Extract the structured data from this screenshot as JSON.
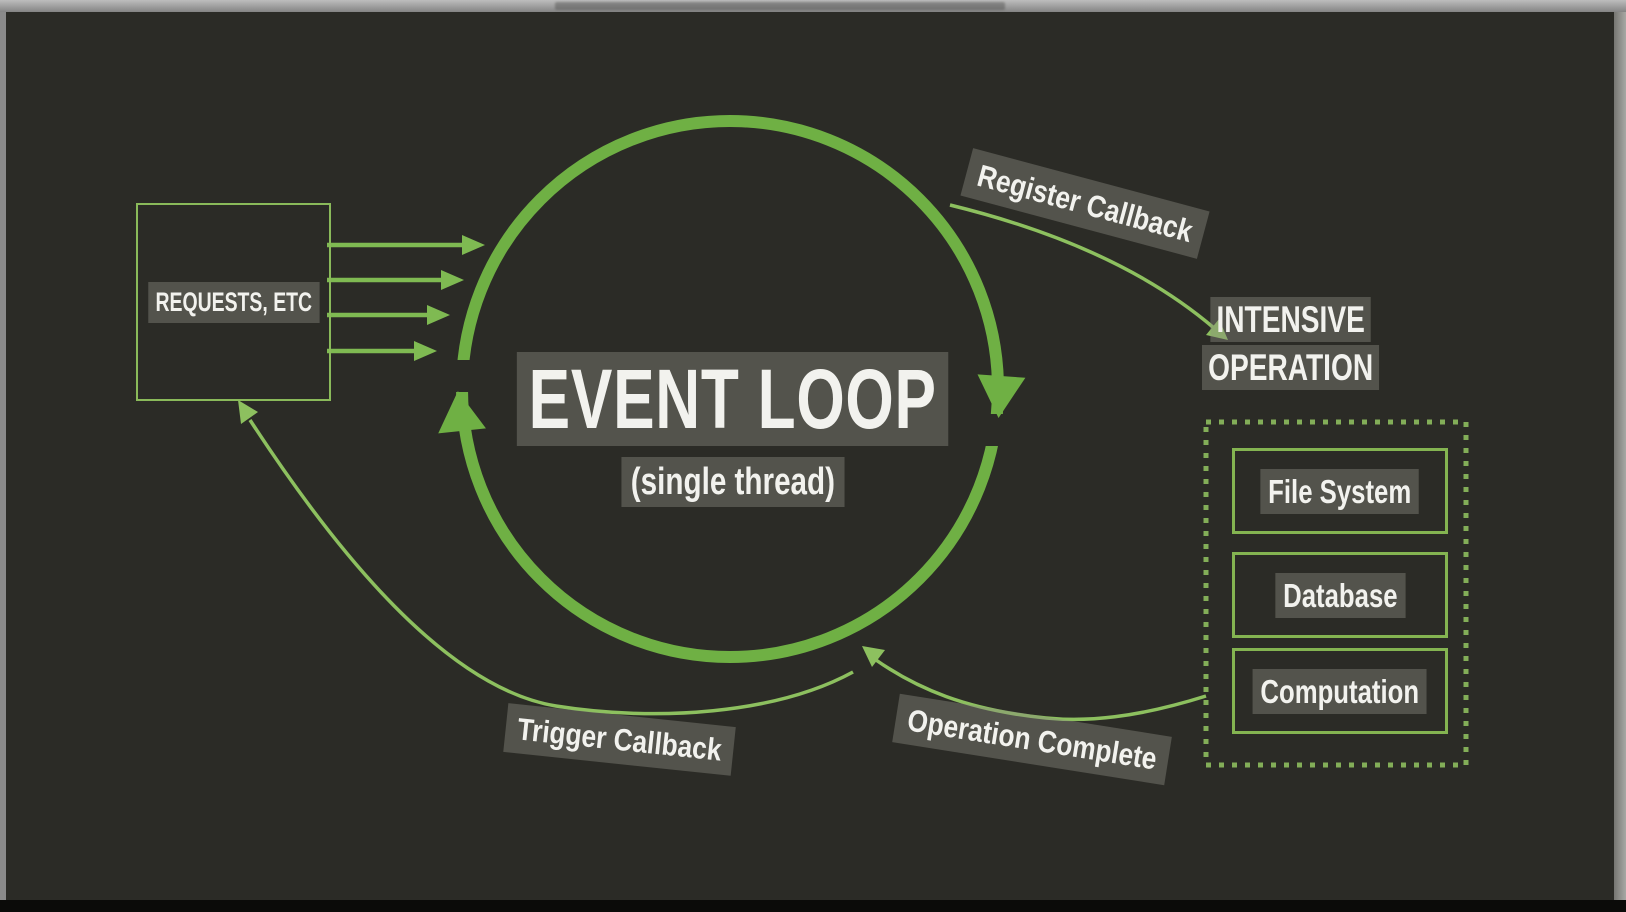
{
  "diagram": {
    "requests_box": {
      "label": "REQUESTS, ETC"
    },
    "event_loop": {
      "title": "EVENT LOOP",
      "subtitle": "(single thread)"
    },
    "flow_labels": {
      "register": "Register Callback",
      "trigger": "Trigger Callback",
      "operation_complete": "Operation Complete"
    },
    "intensive_operation": {
      "title_line1": "INTENSIVE",
      "title_line2": "OPERATION",
      "items": [
        {
          "label": "File System"
        },
        {
          "label": "Database"
        },
        {
          "label": "Computation"
        }
      ]
    },
    "colors": {
      "background": "#2b2b26",
      "ring_green": "#6fb044",
      "arrow_green": "#7fba52",
      "thin_arrow_green": "#8dc05f",
      "box_border_green": "#84b451",
      "dotted_border_green": "#83ae58",
      "label_highlight_gray": "#55554e",
      "text_white": "#f2f2ee",
      "frame_gray": "#8d8d8d",
      "bottom_bar_black": "#0b0b09"
    }
  }
}
